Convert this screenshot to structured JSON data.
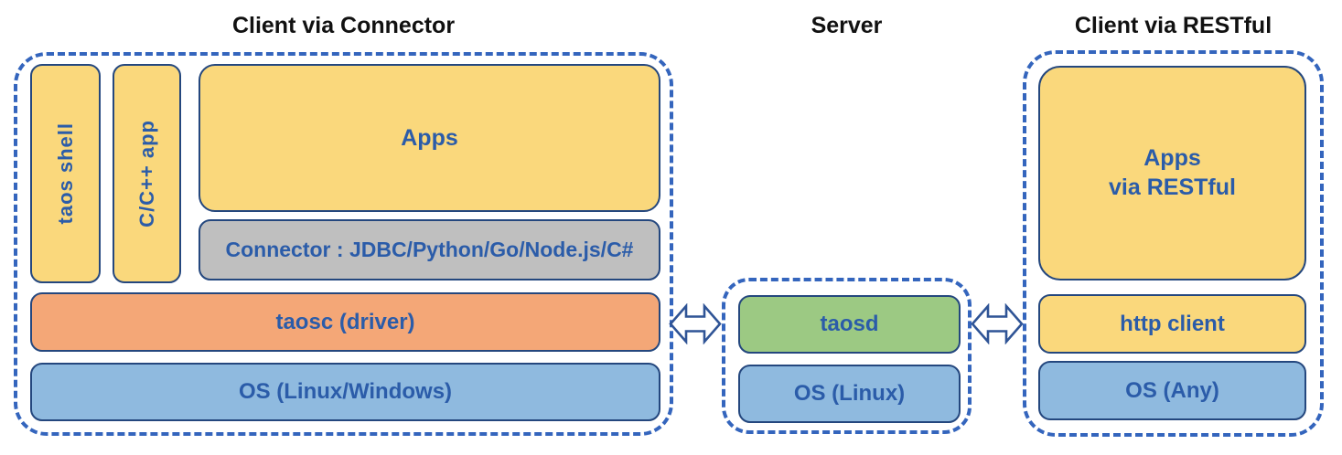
{
  "sections": {
    "client_connector": {
      "title": "Client via Connector",
      "boxes": {
        "taos_shell": "taos shell",
        "c_app": "C/C++ app",
        "apps": "Apps",
        "connector": "Connector : JDBC/Python/Go/Node.js/C#",
        "taosc": "taosc (driver)",
        "os": "OS (Linux/Windows)"
      }
    },
    "server": {
      "title": "Server",
      "boxes": {
        "taosd": "taosd",
        "os": "OS (Linux)"
      }
    },
    "client_restful": {
      "title": "Client via RESTful",
      "boxes": {
        "apps_line1": "Apps",
        "apps_line2": "via RESTful",
        "http_client": "http client",
        "os": "OS (Any)"
      }
    }
  },
  "icons": {
    "left_arrow": "left-right-double-arrow",
    "right_arrow": "left-right-double-arrow"
  },
  "colors": {
    "dashed_border": "#3465bd",
    "box_border": "#24477e",
    "label_text": "#2b5ca9",
    "title_text": "#111111",
    "yellow_box": "#fad87c",
    "orange_box": "#f4a777",
    "blue_box": "#8fbadf",
    "green_box": "#9cc983",
    "gray_box": "#bfbfbf",
    "arrow_fill": "#ffffff",
    "arrow_stroke": "#2f5496"
  }
}
